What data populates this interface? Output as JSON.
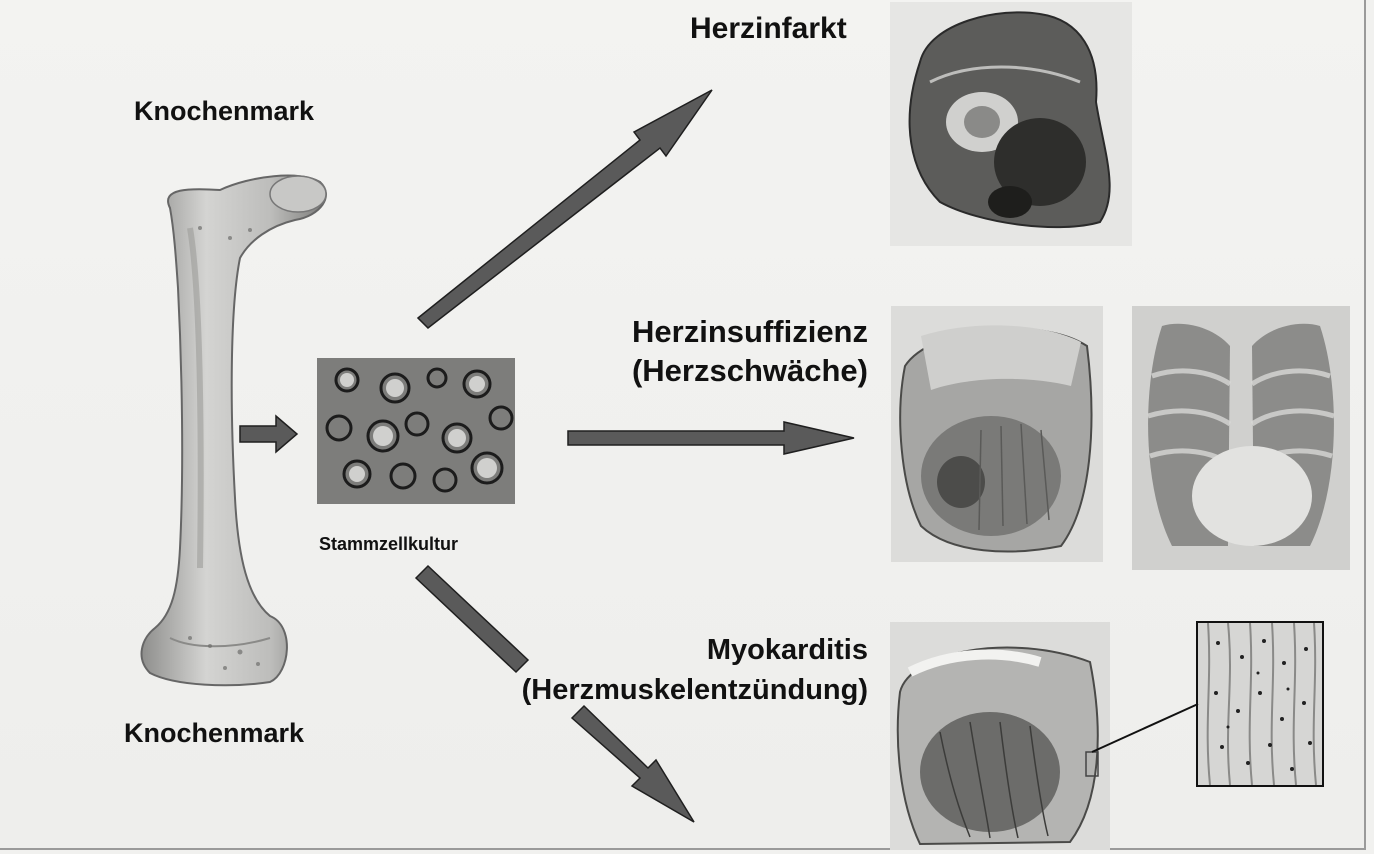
{
  "labels": {
    "bone_marrow_top": "Knochenmark",
    "bone_marrow_bottom": "Knochenmark",
    "stem_cell_culture": "Stammzellkultur",
    "myocardial_infarction": "Herzinfarkt",
    "heart_failure_line1": "Herzinsuffizienz",
    "heart_failure_line2": "(Herzschwäche)",
    "myocarditis_line1": "Myokarditis",
    "myocarditis_line2": "(Herzmuskelentzündung)"
  },
  "images": {
    "bone": "femur-bone-illustration",
    "culture": "stem-cell-culture-micrograph",
    "heart_infarct": "infarcted-heart-cross-section",
    "heart_failure": "dilated-heart-illustration",
    "xray": "chest-x-ray",
    "heart_myocarditis": "opened-heart-illustration",
    "histology": "myocardial-tissue-histology"
  },
  "colors": {
    "arrow": "#5a5a5a",
    "arrow_edge": "#1f1f1f",
    "background": "#efefed"
  }
}
